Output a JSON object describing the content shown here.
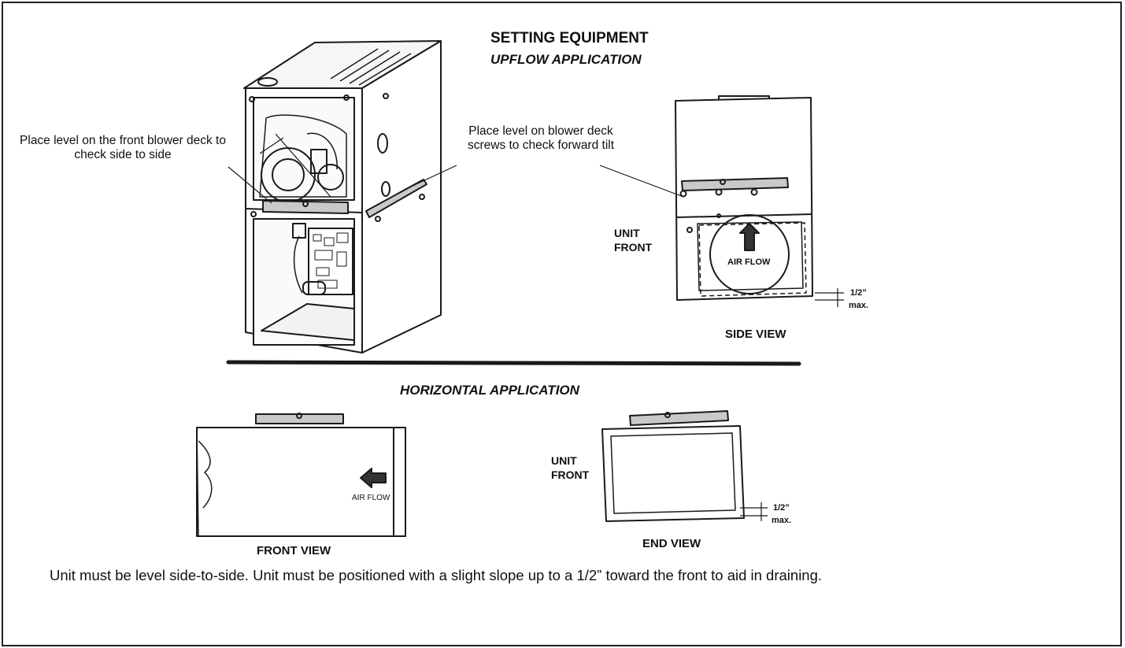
{
  "title": "SETTING EQUIPMENT",
  "upflow": {
    "subtitle": "UPFLOW APPLICATION",
    "callout_side": "Place level on the front blower deck to check side to side",
    "callout_tilt": "Place level on blower deck screws to check forward tilt",
    "unit_front": "UNIT FRONT",
    "air_flow": "AIR FLOW",
    "dimension": "1/2”",
    "dimension_max": "max.",
    "view_label": "SIDE VIEW"
  },
  "horizontal": {
    "subtitle": "HORIZONTAL APPLICATION",
    "air_flow": "AIR FLOW",
    "front_view_label": "FRONT VIEW",
    "unit_front": "UNIT FRONT",
    "dimension": "1/2”",
    "dimension_max": "max.",
    "end_view_label": "END VIEW"
  },
  "note": "Unit must be level side-to-side. Unit must be positioned with a slight slope up to a 1/2” toward the front to aid in draining.",
  "colors": {
    "level_fill": "#c9c9c9",
    "line": "#1a1a1a"
  }
}
